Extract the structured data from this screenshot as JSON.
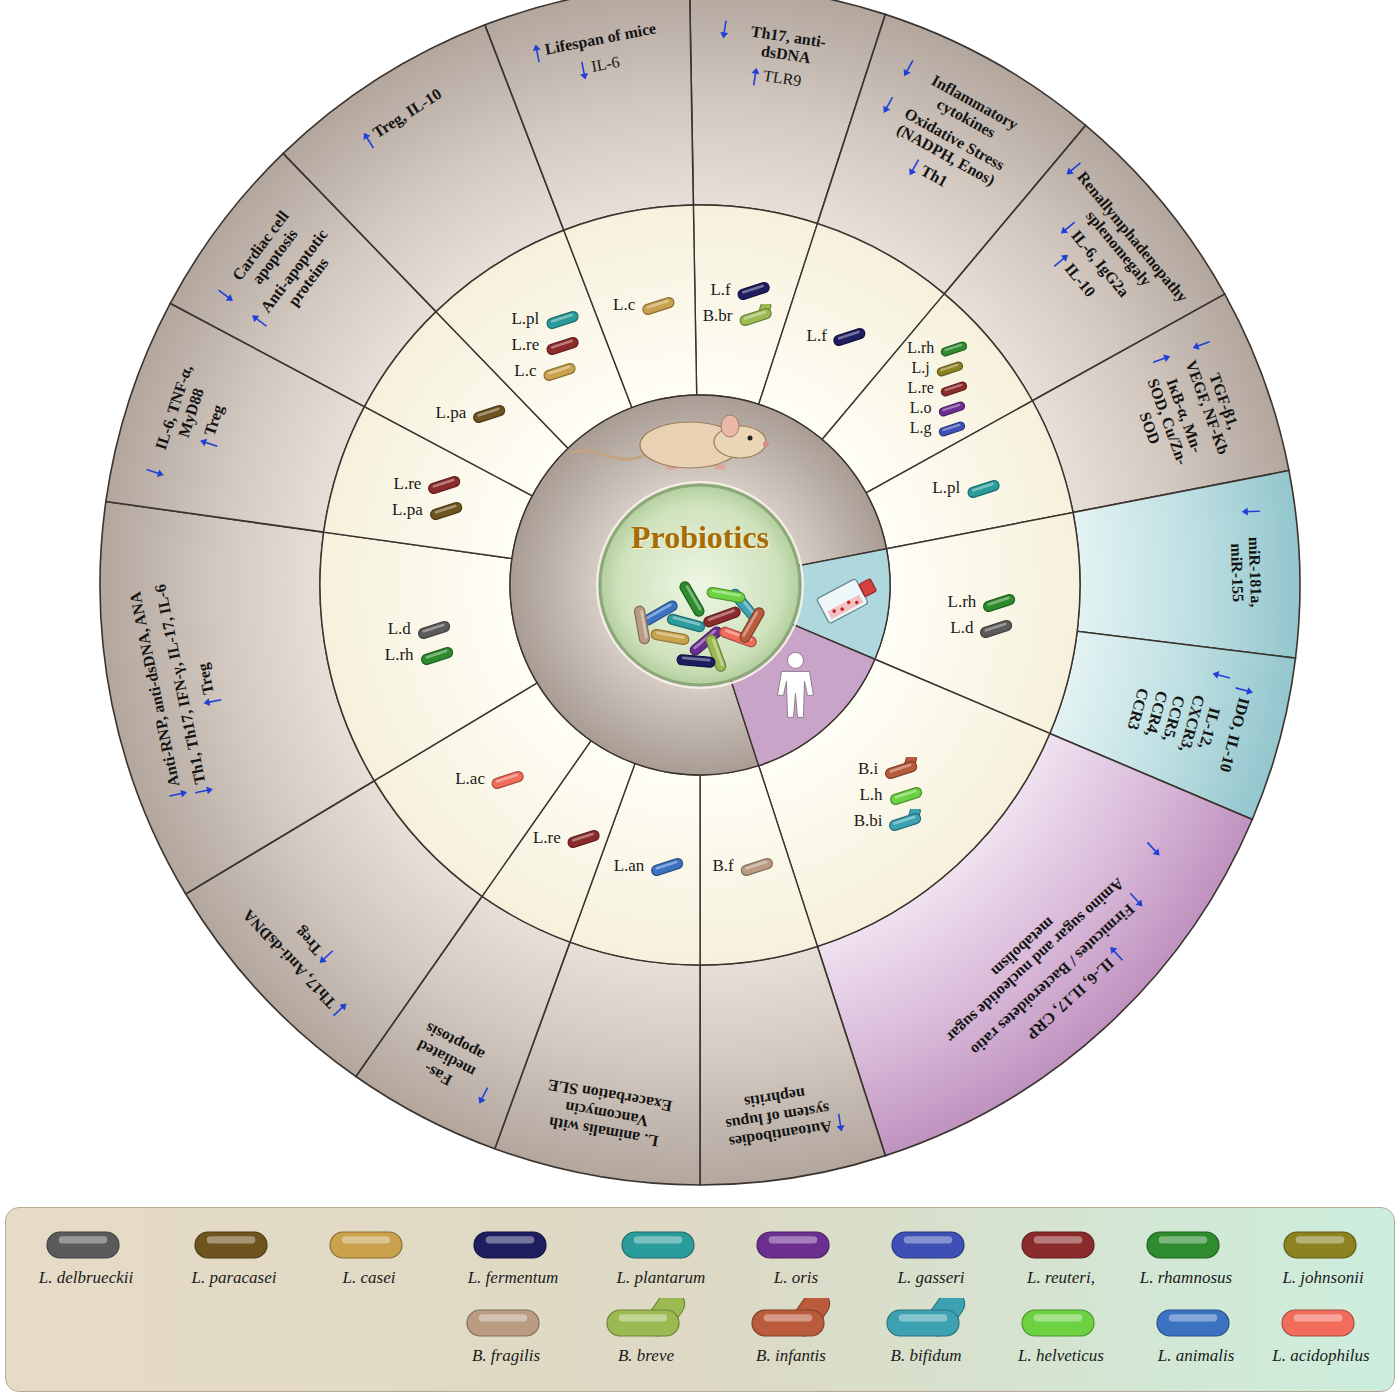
{
  "diagram": {
    "nodes": [
      {
        "text": [
          "Probiotics"
        ]
      },
      {
        "text": [
          "Th17, anti-dsDNA",
          "TLR9"
        ]
      },
      {
        "text": [
          "Inflammatory cytokines",
          "Oxidative Stress (NADPH, Enos)",
          "Th1"
        ]
      },
      {
        "text": [
          "Renallymphadenopathy splenomegaly",
          "IL-6, IgG2a",
          "IL-10"
        ]
      },
      {
        "text": [
          "TGF-β1, VEGF, NF-Kb",
          "IκB-α, Mn-SOD, Cu/Zn-SOD"
        ]
      },
      {
        "text": [
          "miR-181a, miR-155"
        ]
      },
      {
        "text": [
          "IDO, IL-10",
          "IL-12, CXCR3, CCR5, CCR4, CCR3"
        ]
      },
      {
        "text": [
          "IL-6, IL17, CRP",
          "Firmicutes / Bacteroidetes ratio",
          "Amino sugar and nucleotide sugar metabolism"
        ]
      },
      {
        "text": [
          "Autoantibodies system of lupus nephritis"
        ]
      },
      {
        "text": [
          "L. animalis with Vancomycin Exacerbation SLE"
        ]
      },
      {
        "text": [
          "Fas-mediated apoptosis"
        ]
      },
      {
        "text": [
          "Th17, Anti-dsDNA",
          "Treg"
        ]
      },
      {
        "text": [
          "Anti-RNP, anti-dsDNA, ANA",
          "Th1, Th17, IFN-γ, IL-17, IL-6",
          "Treg"
        ]
      },
      {
        "text": [
          "IL-6, TNF-α, MyD88",
          "Treg"
        ]
      },
      {
        "text": [
          "Cardiac cell apoptosis",
          "Anti-apoptotic proteins"
        ]
      },
      {
        "text": [
          "Treg, IL-10"
        ]
      },
      {
        "text": [
          "Lifespan of mice",
          "IL-6"
        ]
      },
      {
        "text": [
          "L.f",
          "B.br"
        ]
      },
      {
        "text": [
          "L.f"
        ]
      },
      {
        "text": [
          "L.rh",
          "L.j",
          "L.re",
          "L.o",
          "L.g"
        ]
      },
      {
        "text": [
          "L.pl"
        ]
      },
      {
        "text": [
          "L.rh",
          "L.d"
        ]
      },
      {
        "text": [
          "B.i",
          "L.h",
          "B.bi"
        ]
      },
      {
        "text": [
          "B.f"
        ]
      },
      {
        "text": [
          "L.an"
        ]
      },
      {
        "text": [
          "L.re"
        ]
      },
      {
        "text": [
          "L.ac"
        ]
      },
      {
        "text": [
          "L.d",
          "L.rh"
        ]
      },
      {
        "text": [
          "L.re",
          "L.pa"
        ]
      },
      {
        "text": [
          "L.pa"
        ]
      },
      {
        "text": [
          "L.pl",
          "L.re",
          "L.c"
        ]
      },
      {
        "text": [
          "L.c"
        ]
      }
    ],
    "legend": [
      {
        "text": "L. delbrueckii",
        "color": "#5b5b5b"
      },
      {
        "text": "L. paracasei",
        "color": "#6e5520"
      },
      {
        "text": "L. casei",
        "color": "#caa14c"
      },
      {
        "text": "L. fermentum",
        "color": "#1d1d60"
      },
      {
        "text": "L. plantarum",
        "color": "#2b9c9c"
      },
      {
        "text": "L. oris",
        "color": "#6c2f90"
      },
      {
        "text": "L. gasseri",
        "color": "#3e50b5"
      },
      {
        "text": "L. reuteri,",
        "color": "#8c2b2b"
      },
      {
        "text": "L. rhamnosus",
        "color": "#2e8c2e"
      },
      {
        "text": "L. johnsonii",
        "color": "#8c8222"
      },
      {
        "text": "B. fragilis",
        "color": "#b99c82"
      },
      {
        "text": "B. breve",
        "color": "#9cba52"
      },
      {
        "text": "B. infantis",
        "color": "#ba5c3c"
      },
      {
        "text": "B. bifidum",
        "color": "#3ca2b2"
      },
      {
        "text": "L. helveticus",
        "color": "#6cd242"
      },
      {
        "text": "L. animalis",
        "color": "#3c72c2"
      },
      {
        "text": "L. acidophilus",
        "color": "#f26c5c"
      }
    ]
  }
}
